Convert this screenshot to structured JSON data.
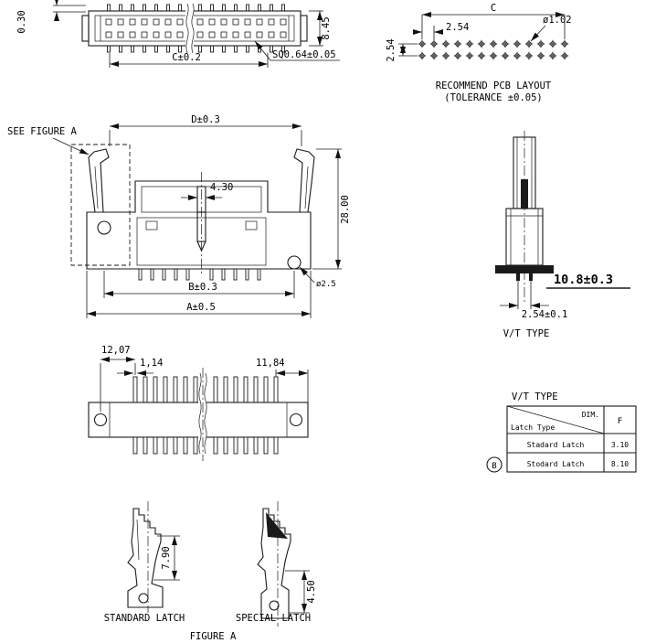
{
  "top_view": {
    "dim_pin_offset": "0.30",
    "dim_height": "8.45",
    "dim_span": "C±0.2",
    "dim_pin_sq": "SQ0.64±0.05"
  },
  "pcb_layout": {
    "dim_span": "C",
    "dim_row_pitch": "2.54",
    "dim_col_pitch": "2.54",
    "dim_hole": "ø1.02",
    "caption_line1": "RECOMMEND PCB LAYOUT",
    "caption_line2": "(TOLERANCE ±0.05)"
  },
  "front_view": {
    "see_figure_a": "SEE FIGURE A",
    "dim_d": "D±0.3",
    "dim_key": "4.30",
    "dim_height": "28.00",
    "dim_b": "B±0.3",
    "dim_a": "A±0.5",
    "dim_hole": "ø2.5"
  },
  "vt_view": {
    "dim_height": "10.8±0.3",
    "dim_pitch": "2.54±0.1",
    "label": "V/T TYPE"
  },
  "side_view": {
    "dim_left": "12,07",
    "dim_pin": "1,14",
    "dim_right": "11,84"
  },
  "table": {
    "title": "V/T TYPE",
    "header_dim": "DIM.",
    "header_latch": "Latch Type",
    "header_f": "F",
    "rows": [
      {
        "latch": "Stadard Latch",
        "f": "3.10"
      },
      {
        "latch": "Stodard Latch",
        "f": "8.10"
      }
    ],
    "revision_mark": "B"
  },
  "figure_a": {
    "dim_standard": "7.90",
    "dim_special": "4.50",
    "standard_label": "STANDARD LATCH",
    "special_label": "SPECIAL LATCH",
    "caption": "FIGURE A"
  }
}
